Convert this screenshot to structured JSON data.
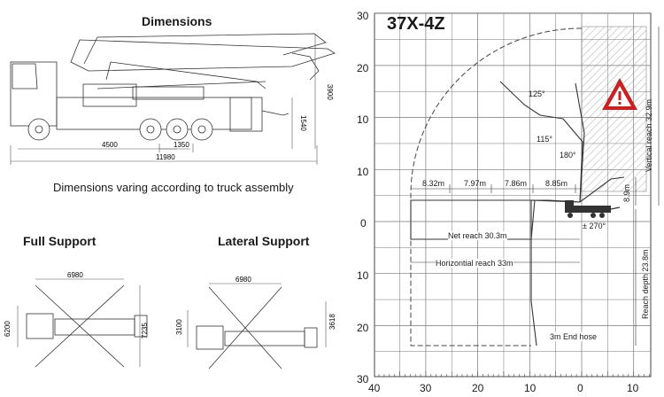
{
  "left": {
    "dimensions_title": "Dimensions",
    "dims": {
      "h_height": "3900",
      "h_rear": "1540",
      "l_front": "4500",
      "l_mid": "1350",
      "l_total": "11980"
    },
    "varying_note": "Dimensions varing according to truck assembly",
    "full_support": {
      "title": "Full Support",
      "width": "6980",
      "depth": "6200",
      "depth2": "7235"
    },
    "lateral_support": {
      "title": "Lateral Support",
      "width": "6980",
      "depth": "3100",
      "depth2": "3618"
    }
  },
  "right": {
    "model": "37X-4Z",
    "y_ticks": [
      "30",
      "20",
      "10",
      "0",
      "10",
      "20",
      "30"
    ],
    "x_ticks": [
      "40",
      "30",
      "20",
      "10",
      "0",
      "10"
    ],
    "angles": {
      "a1": "125°",
      "a2": "115°",
      "a3": "180°",
      "a4": "± 270°"
    },
    "sections": [
      "8.32m",
      "7.97m",
      "7.86m",
      "8.85m"
    ],
    "net_reach": "Net reach 30.3m",
    "horizontal_reach": "Horizontial reach 33m",
    "vertical_reach": "Vertical reach 32.9m",
    "height_small": "8.9m",
    "reach_depth": "Reach depth 23.8m",
    "end_hose": "3m End hose",
    "warning_icon": "warning-triangle-icon",
    "accent": "#cc1f1f"
  }
}
